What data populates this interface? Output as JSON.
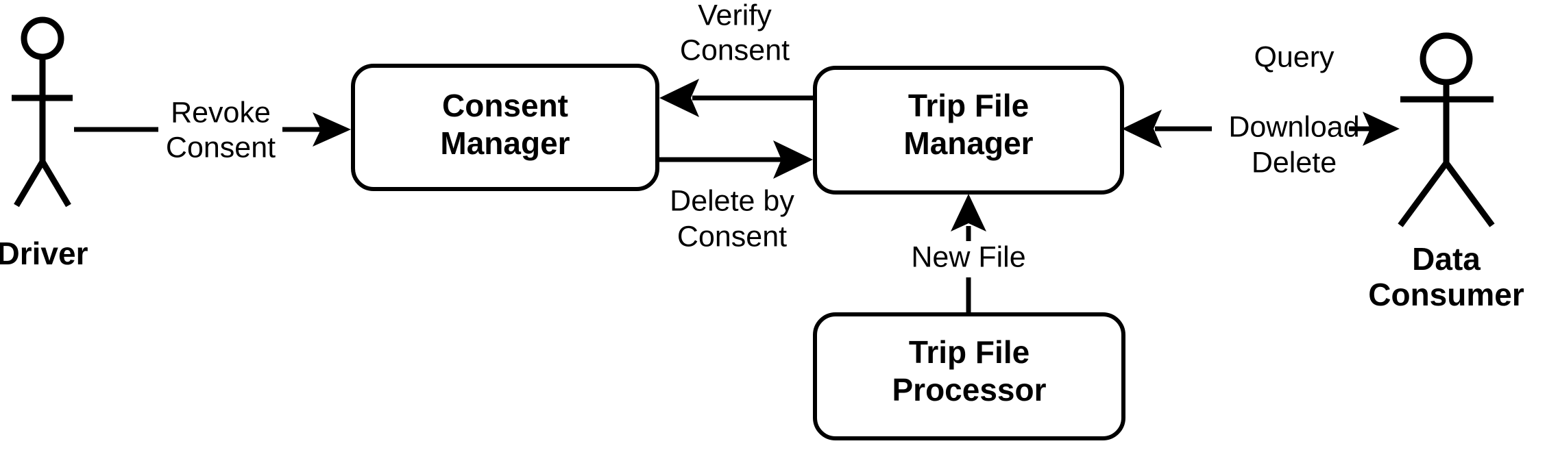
{
  "diagram": {
    "title": "Trip file consent and data access flow",
    "background_color": "#ffffff",
    "stroke_color": "#000000",
    "actors": [
      {
        "id": "driver",
        "label_line1": "Driver",
        "icon": "stick-figure-actor-icon"
      },
      {
        "id": "data-consumer",
        "label_line1": "Data",
        "label_line2": "Consumer",
        "icon": "stick-figure-actor-icon"
      }
    ],
    "nodes": [
      {
        "id": "consent-manager",
        "line1": "Consent",
        "line2": "Manager"
      },
      {
        "id": "trip-file-manager",
        "line1": "Trip File",
        "line2": "Manager"
      },
      {
        "id": "trip-file-processor",
        "line1": "Trip File",
        "line2": "Processor"
      }
    ],
    "edges": [
      {
        "id": "revoke-consent",
        "from": "driver",
        "to": "consent-manager",
        "direction": "forward",
        "label_line1": "Revoke",
        "label_line2": "Consent"
      },
      {
        "id": "verify-consent",
        "from": "trip-file-manager",
        "to": "consent-manager",
        "direction": "backward",
        "label_line1": "Verify",
        "label_line2": "Consent"
      },
      {
        "id": "delete-by-consent",
        "from": "consent-manager",
        "to": "trip-file-manager",
        "direction": "forward",
        "label_line1": "Delete by",
        "label_line2": "Consent"
      },
      {
        "id": "query-download-delete",
        "from": "data-consumer",
        "to": "trip-file-manager",
        "direction": "bidirectional",
        "label_line1": "Query",
        "label_line2": "Download",
        "label_line3": "Delete"
      },
      {
        "id": "new-file",
        "from": "trip-file-processor",
        "to": "trip-file-manager",
        "direction": "forward",
        "label_line1": "New File"
      }
    ]
  }
}
